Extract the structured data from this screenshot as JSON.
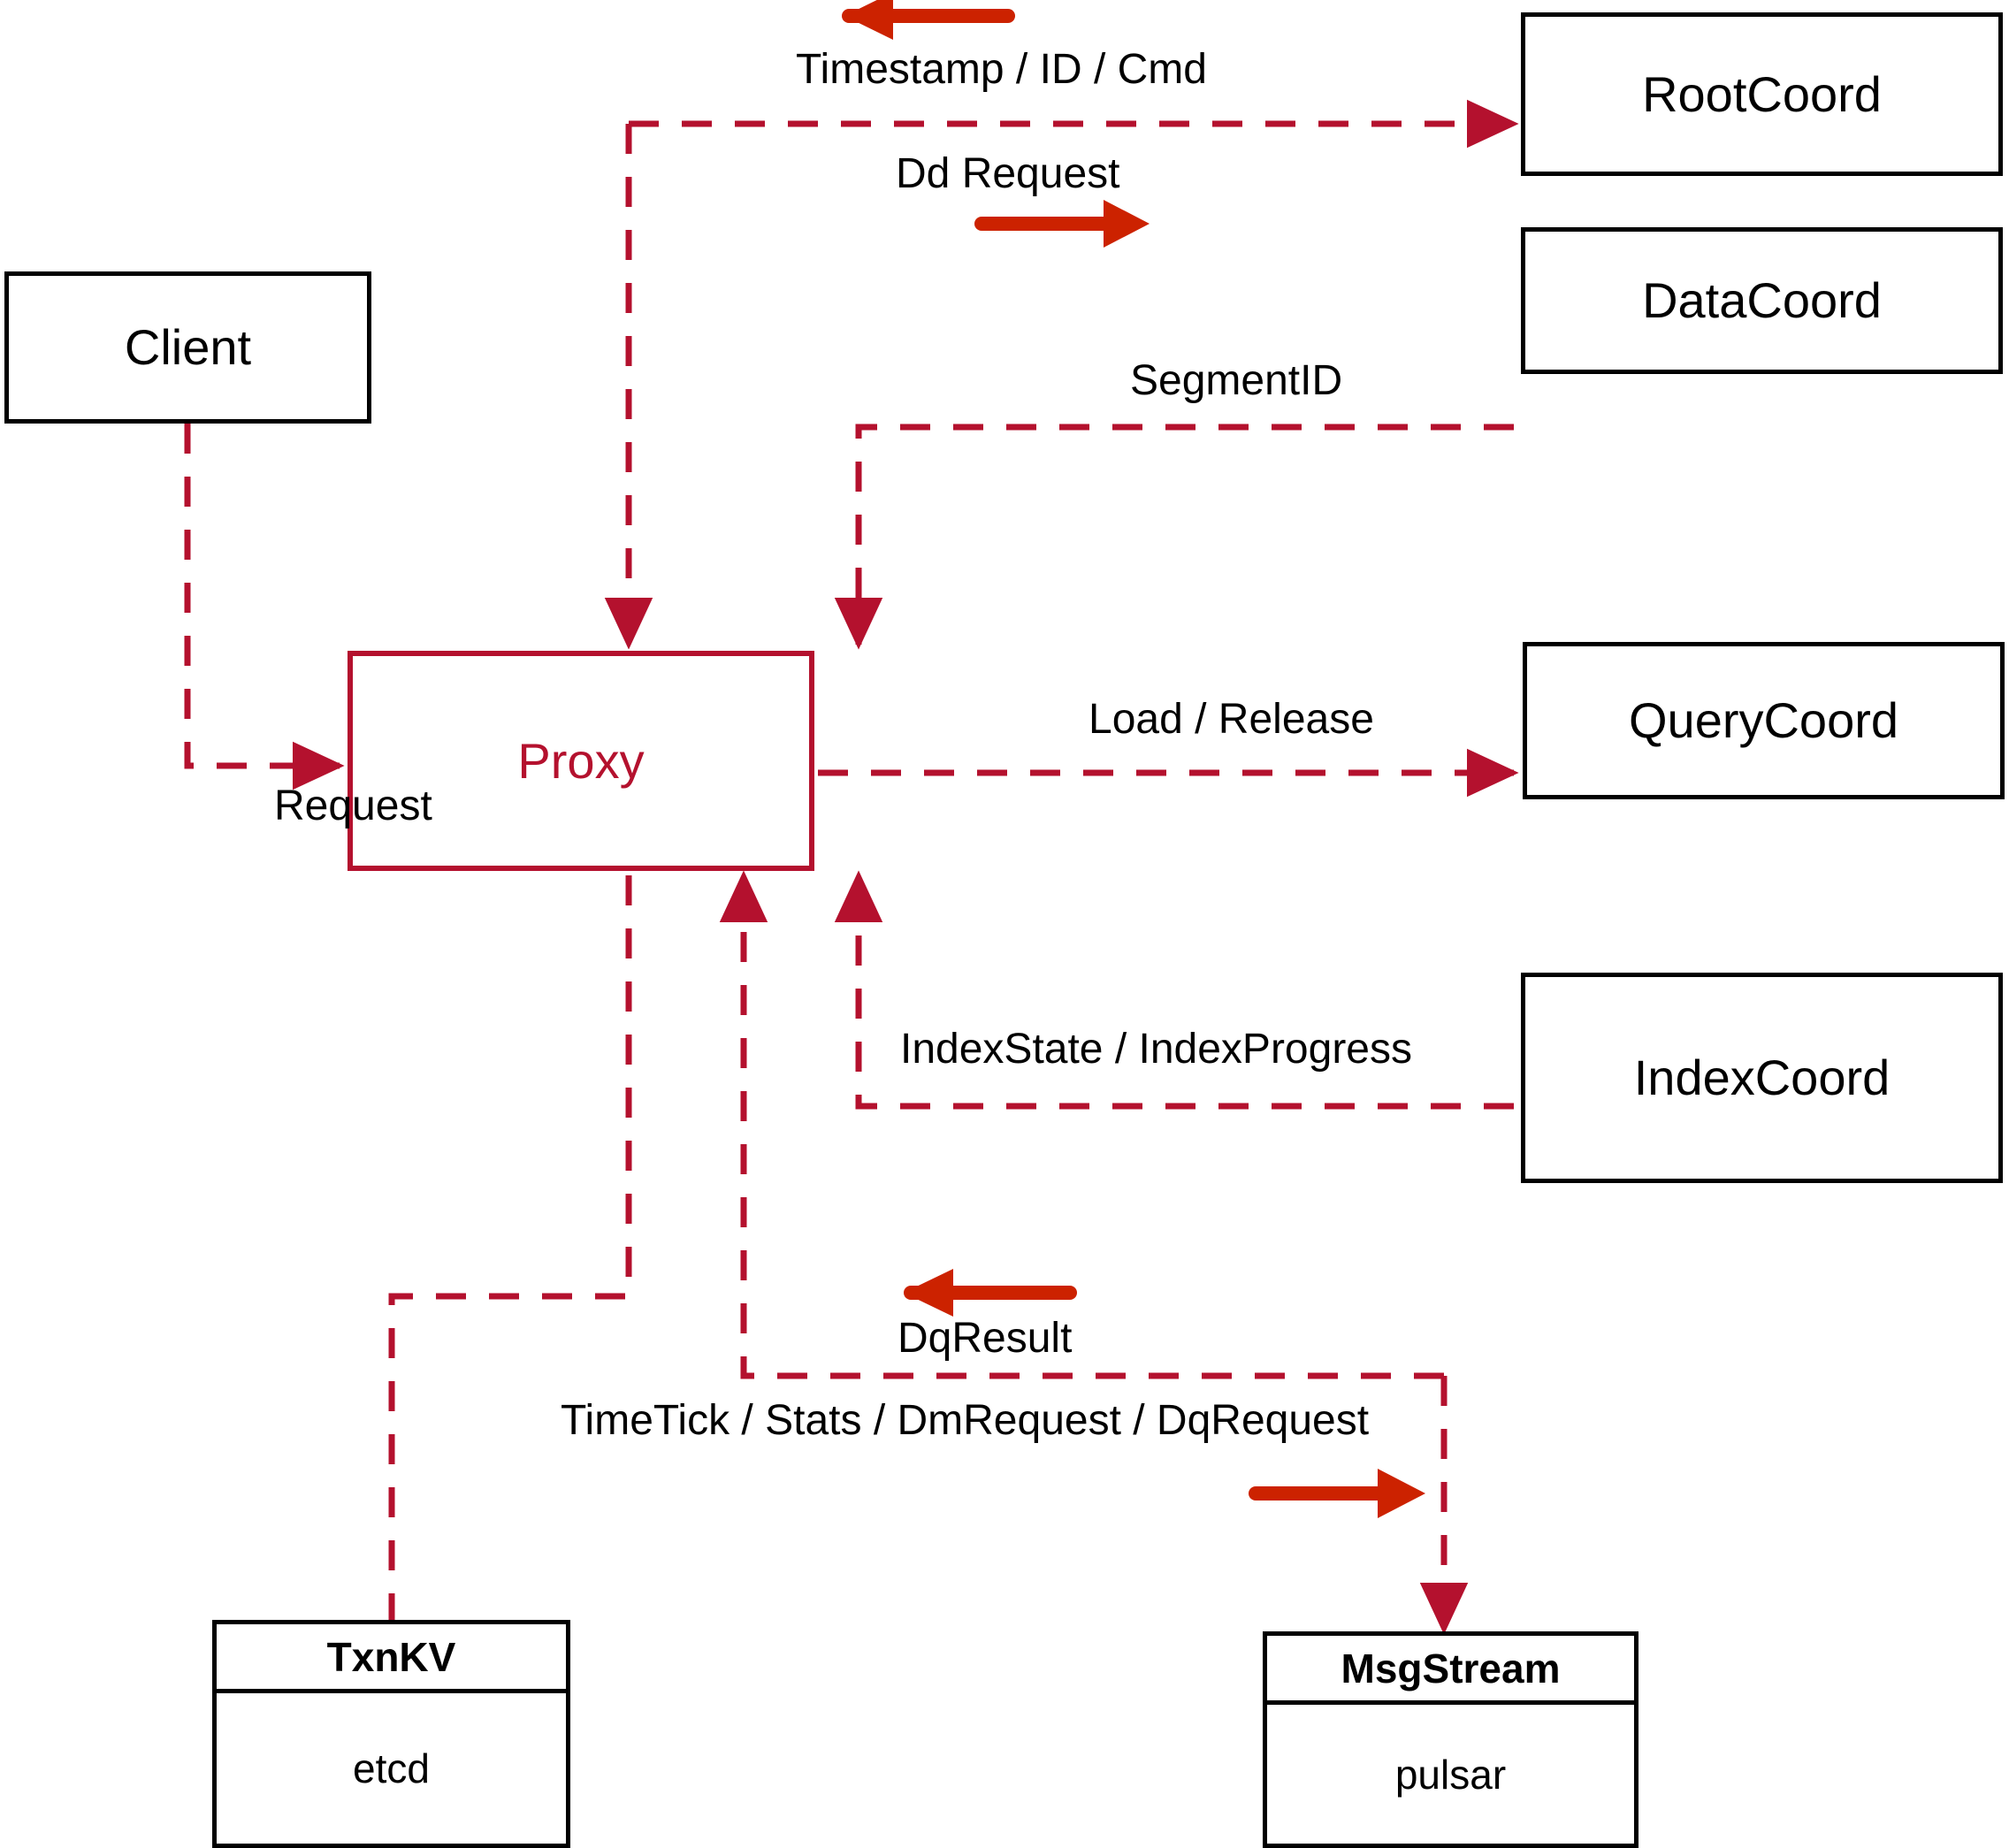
{
  "diagram": {
    "title": "Milvus Proxy interaction diagram",
    "accent_color": "#b4112e",
    "arrow_color": "#cc2200",
    "node_border_color": "#000000",
    "background": "#ffffff"
  },
  "nodes": {
    "client": {
      "label": "Client"
    },
    "proxy": {
      "label": "Proxy"
    },
    "root_coord": {
      "label": "RootCoord"
    },
    "data_coord": {
      "label": "DataCoord"
    },
    "query_coord": {
      "label": "QueryCoord"
    },
    "index_coord": {
      "label": "IndexCoord"
    },
    "txn_kv": {
      "header": "TxnKV",
      "body": "etcd"
    },
    "msg_stream": {
      "header": "MsgStream",
      "body": "pulsar"
    }
  },
  "edge_labels": {
    "timestamp_id_cmd": "Timestamp / ID / Cmd",
    "dd_request": "Dd Request",
    "segment_id": "SegmentID",
    "request": "Request",
    "load_release": "Load / Release",
    "index_state_progress": "IndexState / IndexProgress",
    "dq_result": "DqResult",
    "timetick_stats": "TimeTick / Stats / DmRequest / DqRequest"
  }
}
